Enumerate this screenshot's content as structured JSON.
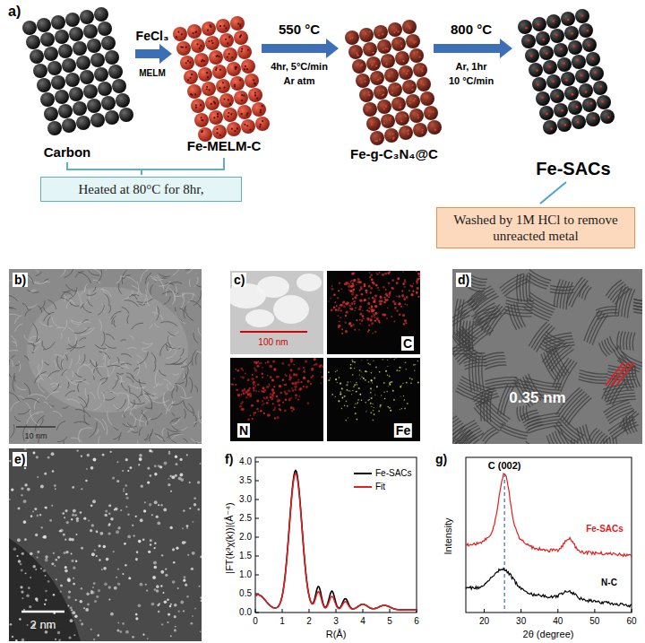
{
  "diagram": {
    "nodes": [
      {
        "text": [
          "Heated at 80°C for 8hr,"
        ]
      },
      {
        "text": [
          "Washed by 1M HCl to remove unreacted metal"
        ]
      }
    ],
    "labels": [
      "a)",
      "Carbon",
      "FeCl₃",
      "MELM",
      "Fe-MELM-C",
      "550 °C",
      "4hr, 5°C/min",
      "Ar atm",
      "Fe-g-C₃N₄@C",
      "800 °C",
      "Ar, 1hr",
      "10 °C/min",
      "Fe-SACs",
      "b)",
      "10 nm",
      "c)",
      "100 nm",
      "C",
      "N",
      "Fe",
      "d)",
      "0.35 nm",
      "e)",
      "2 nm",
      "f)",
      "|FT(k³χ(k))|(Å⁻⁴)",
      "R(Å)",
      "0.0",
      "0.5",
      "1.0",
      "1.5",
      "2.0",
      "2.5",
      "3.0",
      "3.5",
      "4.0",
      "0",
      "1",
      "2",
      "3",
      "4",
      "5",
      "6",
      "g)",
      "C (002)",
      "Fe-SACs",
      "N-C",
      "Intensity",
      "2θ (degree)",
      "20",
      "30",
      "40",
      "50",
      "60"
    ],
    "legend": [
      {
        "text": "Fe-SACs"
      },
      {
        "text": "Fit"
      }
    ]
  }
}
